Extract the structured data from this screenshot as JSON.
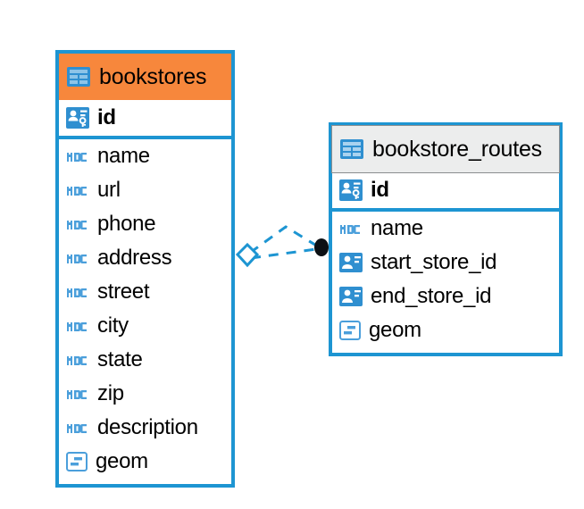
{
  "diagram": {
    "type": "entity-relationship-diagram",
    "background_color": "#ffffff",
    "accent_color": "#1d95d2",
    "highlight_color": "#f7873c"
  },
  "tables": [
    {
      "name": "bookstores",
      "header_color": "#f7873c",
      "border_color": "#1d95d2",
      "title_icon": "table-icon",
      "fields": [
        {
          "name": "id",
          "icon": "primary-key-icon",
          "type_hint": "key"
        },
        {
          "name": "name",
          "icon": "abc-text-icon",
          "type_hint": "ABC"
        },
        {
          "name": "url",
          "icon": "abc-text-icon",
          "type_hint": "ABC"
        },
        {
          "name": "phone",
          "icon": "abc-text-icon",
          "type_hint": "ABC"
        },
        {
          "name": "address",
          "icon": "abc-text-icon",
          "type_hint": "ABC"
        },
        {
          "name": "street",
          "icon": "abc-text-icon",
          "type_hint": "ABC"
        },
        {
          "name": "city",
          "icon": "abc-text-icon",
          "type_hint": "ABC"
        },
        {
          "name": "state",
          "icon": "abc-text-icon",
          "type_hint": "ABC"
        },
        {
          "name": "zip",
          "icon": "abc-text-icon",
          "type_hint": "ABC"
        },
        {
          "name": "description",
          "icon": "abc-text-icon",
          "type_hint": "ABC"
        },
        {
          "name": "geom",
          "icon": "geometry-icon",
          "type_hint": "geometry"
        }
      ]
    },
    {
      "name": "bookstore_routes",
      "header_color": "#eceded",
      "border_color": "#1d95d2",
      "title_icon": "table-icon",
      "fields": [
        {
          "name": "id",
          "icon": "primary-key-icon",
          "type_hint": "key"
        },
        {
          "name": "name",
          "icon": "abc-text-icon",
          "type_hint": "ABC"
        },
        {
          "name": "start_store_id",
          "icon": "foreign-key-icon",
          "type_hint": "reference"
        },
        {
          "name": "end_store_id",
          "icon": "foreign-key-icon",
          "type_hint": "reference"
        },
        {
          "name": "geom",
          "icon": "geometry-icon",
          "type_hint": "geometry"
        }
      ]
    }
  ],
  "relationship": {
    "style": "dashed",
    "color": "#1d95d2",
    "source_endpoint": "diamond",
    "target_endpoint": "filled-circle",
    "target_endpoint_color": "#0c1014"
  }
}
